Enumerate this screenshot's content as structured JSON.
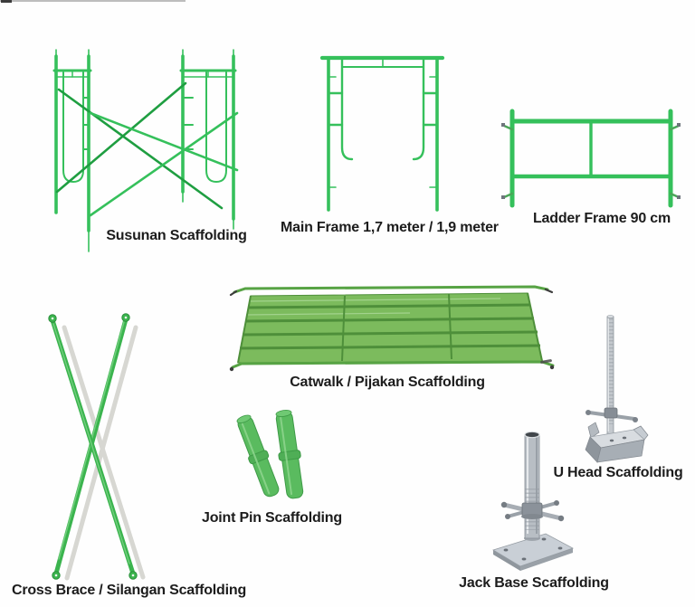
{
  "page": {
    "title": "Scaffolding components catalog",
    "background_color": "#fefefe"
  },
  "colors": {
    "frame_green": "#35c05b",
    "frame_green_dark": "#1f9e41",
    "catwalk_green": "#7cbb5d",
    "catwalk_green_dark": "#4e8f3a",
    "pin_green": "#5abb5f",
    "metal_light": "#c9cfd6",
    "metal_mid": "#9aa1a8",
    "metal_dark": "#6b7278",
    "shadow_gray": "#d7d7d2",
    "label_color": "#1c1c1c"
  },
  "items": [
    {
      "id": "susunan-scaffolding",
      "label": "Susunan Scaffolding",
      "illustration": "scaffolding-frame-set-with-cross-braces"
    },
    {
      "id": "main-frame",
      "label": "Main Frame 1,7 meter / 1,9 meter",
      "illustration": "walk-through-main-frame"
    },
    {
      "id": "ladder-frame",
      "label": "Ladder Frame 90 cm",
      "illustration": "ladder-frame"
    },
    {
      "id": "catwalk",
      "label": "Catwalk / Pijakan Scaffolding",
      "illustration": "catwalk-platform-deck"
    },
    {
      "id": "cross-brace",
      "label": "Cross Brace / Silangan Scaffolding",
      "illustration": "x-cross-braces"
    },
    {
      "id": "joint-pin",
      "label": "Joint Pin Scaffolding",
      "illustration": "two-joint-pins"
    },
    {
      "id": "u-head",
      "label": "U Head Scaffolding",
      "illustration": "u-head-screw-jack"
    },
    {
      "id": "jack-base",
      "label": "Jack Base Scaffolding",
      "illustration": "jack-base-with-plate"
    }
  ]
}
